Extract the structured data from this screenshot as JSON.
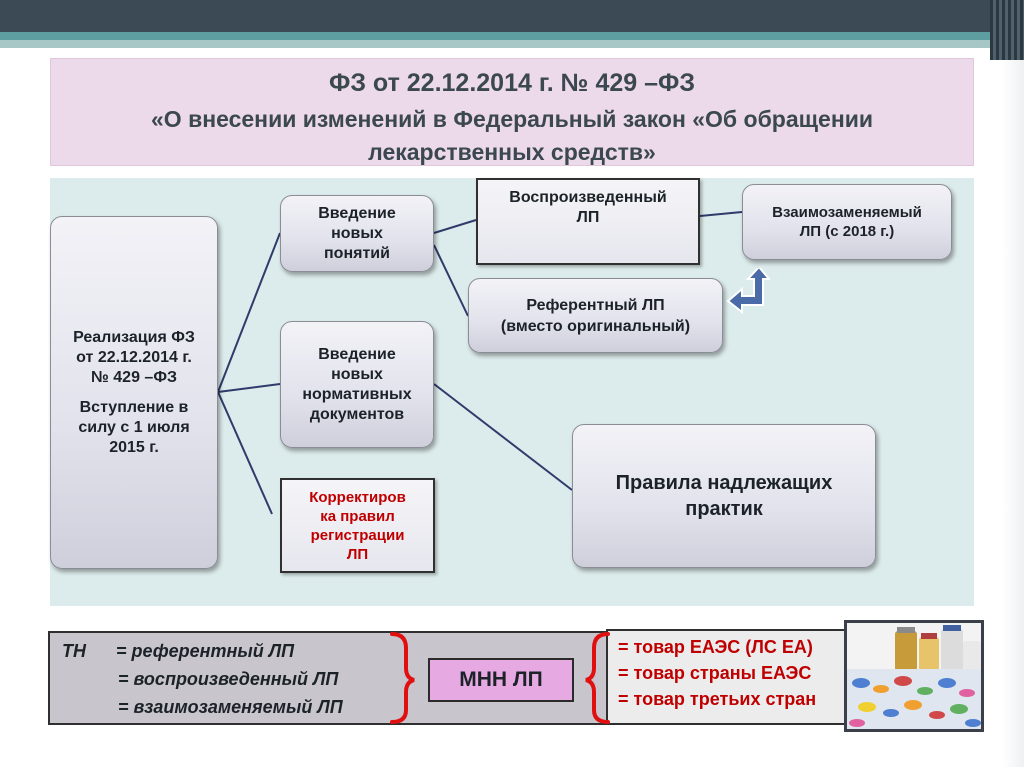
{
  "title": {
    "line1": "ФЗ от 22.12.2014 г. № 429 –ФЗ",
    "line2a": "«О внесении изменений в Федеральный закон «Об обращении",
    "line2b": "лекарственных средств»"
  },
  "diagram": {
    "main": {
      "line1": "Реализация ФЗ",
      "line2": "от 22.12.2014 г.",
      "line3": "№ 429 –ФЗ",
      "line4": "Вступление в",
      "line5": "силу с 1 июля",
      "line6": "2015 г."
    },
    "new_concepts": {
      "line1": "Введение",
      "line2": "новых",
      "line3": "понятий"
    },
    "new_docs": {
      "line1": "Введение",
      "line2": "новых",
      "line3": "нормативных",
      "line4": "документов"
    },
    "correction": {
      "line1": "Корректиров",
      "line2": "ка правил",
      "line3": "регистрации",
      "line4": "ЛП"
    },
    "reproduced": {
      "line1": "Воспроизведенный",
      "line2": "ЛП"
    },
    "referent": {
      "line1": "Референтный ЛП",
      "line2": "(вместо оригинальный)"
    },
    "interchangeable": {
      "line1": "Взаимозаменяемый",
      "line2": "ЛП (с 2018 г.)"
    },
    "rules": {
      "line1": "Правила надлежащих",
      "line2": "практик"
    }
  },
  "bottom": {
    "tn": "ТН",
    "eq1": "= референтный ЛП",
    "eq2": "= воспроизведенный ЛП",
    "eq3": "= взаимозаменяемый ЛП",
    "mnn": "МНН ЛП",
    "right1": "= товар ЕАЭС (ЛС ЕА)",
    "right2": "= товар страны ЕАЭС",
    "right3": "= товар третьих стран"
  },
  "colors": {
    "title_bg": "#ecd9ea",
    "diagram_bg": "#dcebeb",
    "accent_red": "#c00000",
    "mnn_bg": "#e6a9e2",
    "connector": "#2f3b6b",
    "arrow_blue": "#4a6aa8"
  },
  "icons": {
    "turn_arrow": "turn-up-left-arrow-icon",
    "photo": "pills-photo"
  }
}
